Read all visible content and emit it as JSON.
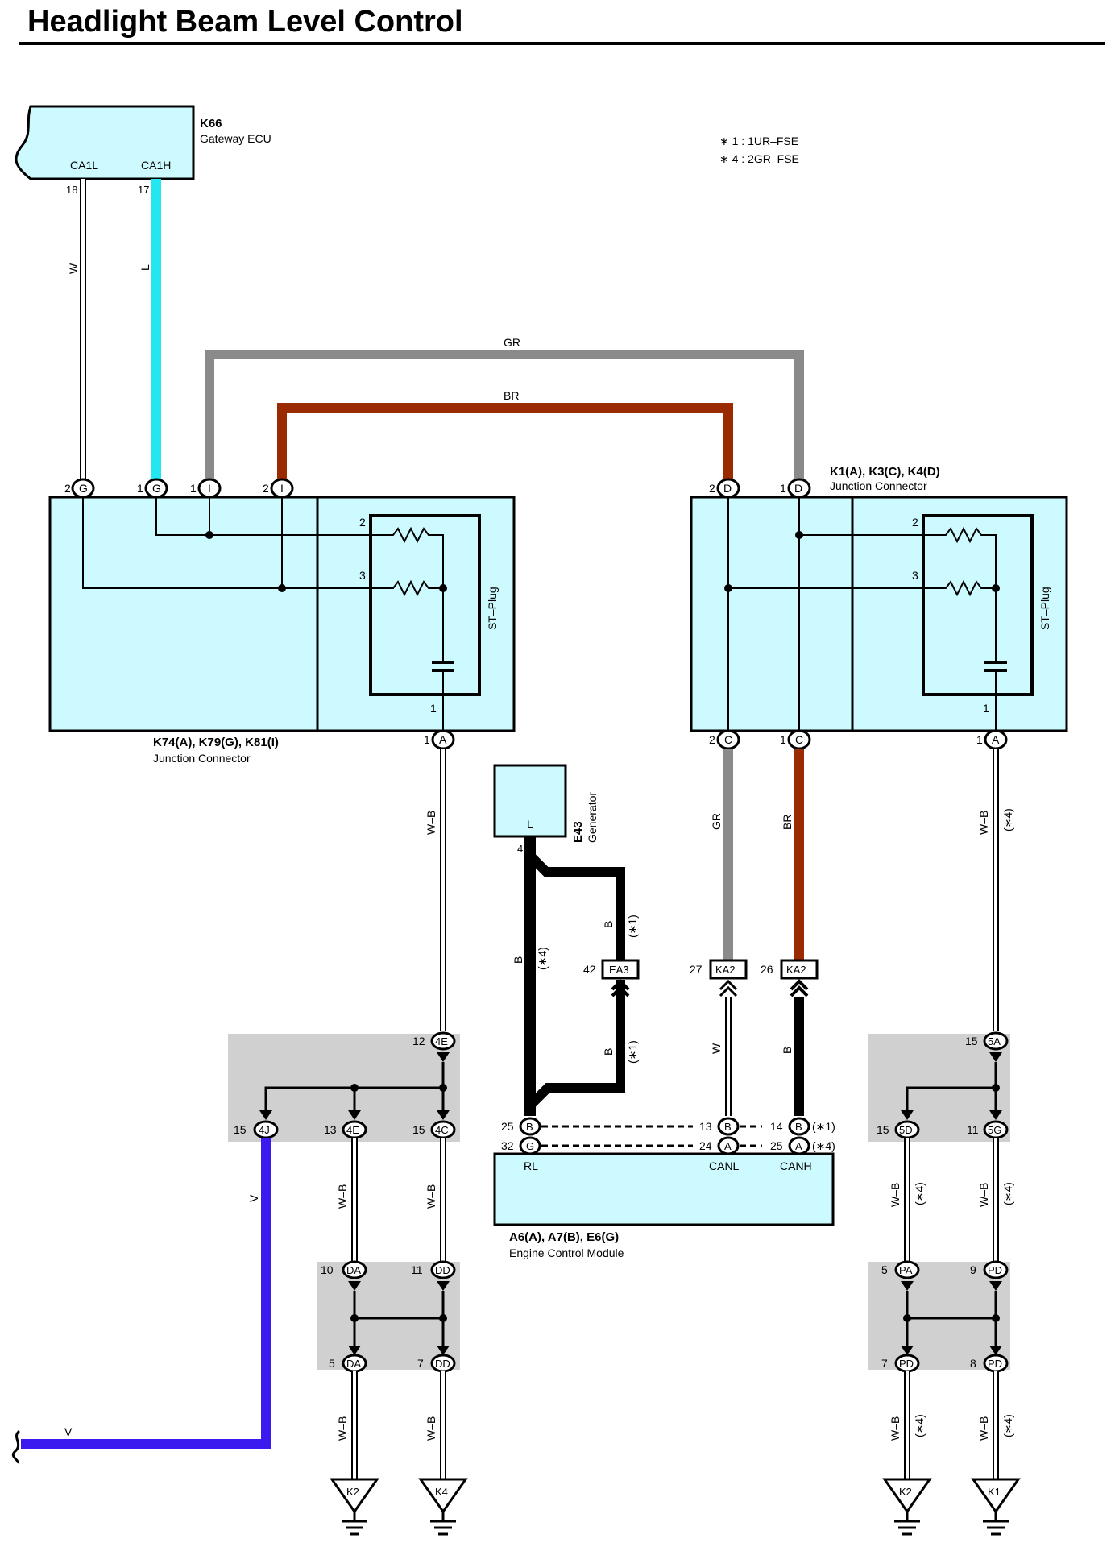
{
  "title": "Headlight Beam Level Control",
  "notes": [
    "∗ 1 : 1UR–FSE",
    "∗ 4 : 2GR–FSE"
  ],
  "components": {
    "gateway_ecu": {
      "code": "K66",
      "name": "Gateway ECU",
      "pin_left": "CA1L",
      "pin_right": "CA1H",
      "pin_left_no": "18",
      "pin_right_no": "17"
    },
    "jc_left": {
      "code": "K74(A), K79(G), K81(I)",
      "name": "Junction Connector",
      "st_plug": "ST–Plug"
    },
    "jc_right": {
      "code": "K1(A), K3(C), K4(D)",
      "name": "Junction Connector",
      "st_plug": "ST–Plug"
    },
    "generator": {
      "code": "E43",
      "name": "Generator",
      "terminal": "L",
      "pin": "4"
    },
    "ecm": {
      "code": "A6(A), A7(B), E6(G)",
      "name": "Engine Control Module",
      "pin_rl": "RL",
      "pin_canl": "CANL",
      "pin_canh": "CANH"
    }
  },
  "wire_colors": {
    "W": "W",
    "L": "L",
    "GR": "GR",
    "BR": "BR",
    "B": "B",
    "WB": "W–B",
    "V": "V"
  },
  "colors": {
    "cyan_wire": "#22e6f0",
    "gray_wire": "#8a8a8a",
    "brown_wire": "#9a2a00",
    "violet_wire": "#3a1aef",
    "box_fill": "#ccfaff",
    "junction_fill": "#d0d0d0"
  },
  "pins": {
    "jl_g2": "2",
    "jl_g1": "1",
    "jl_i1": "1",
    "jl_i2": "2",
    "jl_a1": "1",
    "jr_d2": "2",
    "jr_d1": "1",
    "jr_c2": "2",
    "jr_c1": "1",
    "jr_a1": "1",
    "res_2": "2",
    "res_3": "3",
    "cap_1": "1"
  },
  "connectors": {
    "ea3": {
      "label": "EA3",
      "pin": "42",
      "note": "(∗1)"
    },
    "ka2_l": {
      "label": "KA2",
      "pin": "27"
    },
    "ka2_r": {
      "label": "KA2",
      "pin": "26"
    },
    "ecm_b25": {
      "pin": "25",
      "letter": "B"
    },
    "ecm_g32": {
      "pin": "32",
      "letter": "G"
    },
    "ecm_b13": {
      "pin": "13",
      "letter": "B"
    },
    "ecm_a24": {
      "pin": "24",
      "letter": "A"
    },
    "ecm_b14": {
      "pin": "14",
      "letter": "B",
      "note": "(∗1)"
    },
    "ecm_a25": {
      "pin": "25",
      "letter": "A",
      "note": "(∗4)"
    }
  },
  "junction_blocks": {
    "left": {
      "top": {
        "pin": "12",
        "label": "4E"
      },
      "outs": [
        {
          "pin": "15",
          "label": "4J"
        },
        {
          "pin": "13",
          "label": "4E"
        },
        {
          "pin": "15",
          "label": "4C"
        }
      ]
    },
    "left_lower": {
      "ins": [
        {
          "pin": "10",
          "label": "DA"
        },
        {
          "pin": "11",
          "label": "DD"
        }
      ],
      "outs": [
        {
          "pin": "5",
          "label": "DA"
        },
        {
          "pin": "7",
          "label": "DD"
        }
      ]
    },
    "right": {
      "top": {
        "pin": "15",
        "label": "5A"
      },
      "outs": [
        {
          "pin": "15",
          "label": "5D"
        },
        {
          "pin": "11",
          "label": "5G"
        }
      ]
    },
    "right_lower": {
      "ins": [
        {
          "pin": "5",
          "label": "PA"
        },
        {
          "pin": "9",
          "label": "PD"
        }
      ],
      "outs": [
        {
          "pin": "7",
          "label": "PD"
        },
        {
          "pin": "8",
          "label": "PD"
        }
      ]
    }
  },
  "grounds": [
    "K2",
    "K4",
    "K2",
    "K1"
  ],
  "star_notes": {
    "s1": "(∗1)",
    "s4": "(∗4)"
  }
}
